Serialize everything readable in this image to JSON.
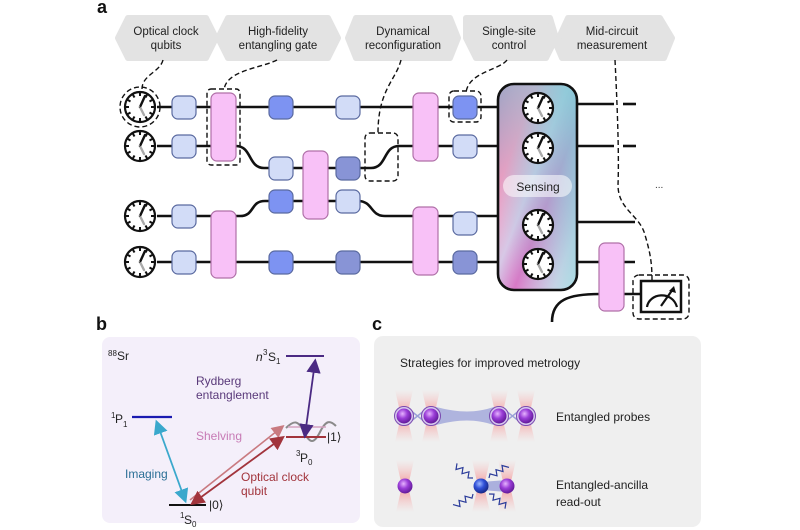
{
  "panels": {
    "a": {
      "label": "a",
      "callouts": [
        {
          "line1": "Optical clock",
          "line2": "qubits"
        },
        {
          "line1": "High-fidelity",
          "line2": "entangling gate"
        },
        {
          "line1": "Dynamical",
          "line2": "reconfiguration"
        },
        {
          "line1": "Single-site",
          "line2": "control"
        },
        {
          "line1": "Mid-circuit",
          "line2": "measurement"
        }
      ],
      "sensing_label": "Sensing",
      "ellipsis": "...",
      "colors": {
        "gate_pink": "#f8c1f7",
        "gate_pink_stroke": "#b070a8",
        "box_light": "#d2dcf7",
        "box_blue": "#7d93f2",
        "box_dark": "#8894d6",
        "box_stroke": "#5a6aa0",
        "callout_bg": "#e3e3e3"
      }
    },
    "b": {
      "label": "b",
      "isotope_mass": "88",
      "isotope_symbol": "Sr",
      "levels": {
        "rydberg": {
          "prefix": "n",
          "sup": "3",
          "main": "S",
          "sub": "1"
        },
        "p1": {
          "sup": "1",
          "main": "P",
          "sub": "1"
        },
        "p0": {
          "sup": "3",
          "main": "P",
          "sub": "0"
        },
        "s0": {
          "sup": "1",
          "main": "S",
          "sub": "0"
        }
      },
      "ket0": "|0⟩",
      "ket1": "|1⟩",
      "transitions": {
        "rydberg_line1": "Rydberg",
        "rydberg_line2": "entanglement",
        "shelving": "Shelving",
        "imaging": "Imaging",
        "clock_line1": "Optical clock",
        "clock_line2": "qubit"
      },
      "colors": {
        "background": "#f4effa",
        "rydberg": "#4b2a83",
        "rydberg_text": "#5a3a7a",
        "imaging": "#3aa8cc",
        "imaging_text": "#2a6f96",
        "p1_level": "#1a1ab0",
        "shelving": "#c77bb5",
        "clock": "#a2343c"
      }
    },
    "c": {
      "label": "c",
      "title": "Strategies for improved metrology",
      "row1_label": "Entangled probes",
      "row2_line1": "Entangled-ancilla",
      "row2_line2": "read-out",
      "colors": {
        "background": "#efefef",
        "atom": "#8a2fc9",
        "ancilla": "#2b45c9",
        "beam": "#f7a0a0",
        "bond": "#9aa0d8"
      }
    }
  }
}
